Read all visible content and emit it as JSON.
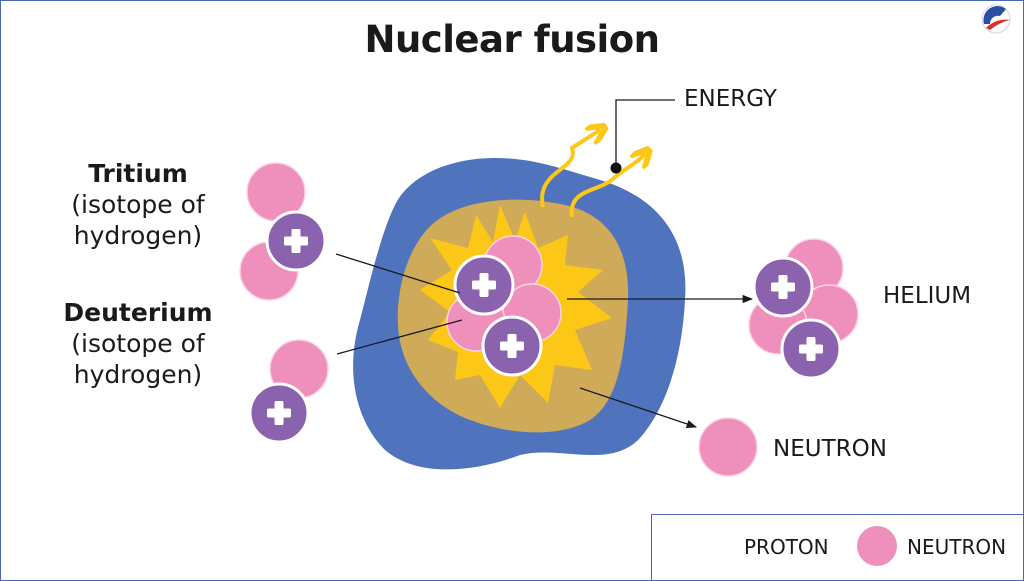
{
  "title": "Nuclear fusion",
  "labels": {
    "tritium": {
      "name": "Tritium",
      "desc_line1": "(isotope of",
      "desc_line2": "hydrogen)"
    },
    "deuterium": {
      "name": "Deuterium",
      "desc_line1": "(isotope of",
      "desc_line2": "hydrogen)"
    },
    "energy": "ENERGY",
    "helium": "HELIUM",
    "neutron": "NEUTRON"
  },
  "legend": {
    "proton": "PROTON",
    "neutron": "NEUTRON"
  },
  "colors": {
    "proton": "#8b62ad",
    "neutron": "#ef8fbb",
    "outer_blob": "#4f74bd",
    "inner_blob": "#cfab59",
    "burst": "#fcc716",
    "energy_arrow": "#fcc716",
    "frame": "#4a67b8"
  },
  "icons": [
    "proton-plus-icon",
    "logo-icon"
  ]
}
